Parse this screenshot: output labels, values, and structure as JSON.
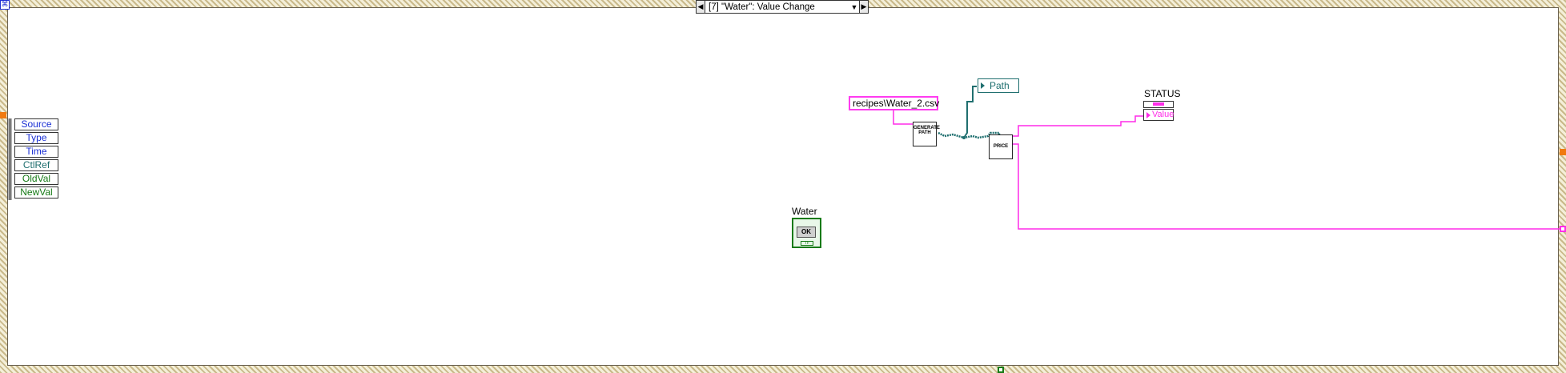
{
  "case_selector": {
    "text": "[7] \"Water\": Value Change",
    "prev_arrow": "◀",
    "next_arrow": "▶",
    "dropdown": "▼"
  },
  "event_data_node": {
    "items": [
      "Source",
      "Type",
      "Time",
      "CtlRef",
      "OldVal",
      "NewVal"
    ]
  },
  "constant": {
    "value": "recipes\\Water_2.csv"
  },
  "subvis": {
    "generate_path": "GENERATE PATH",
    "price": "PRICE"
  },
  "path_indicator": {
    "label": "Path"
  },
  "status": {
    "label": "STATUS",
    "field": "Value"
  },
  "water_control": {
    "label": "Water",
    "button_text": "OK",
    "bool_text": "TF"
  },
  "colors": {
    "string_wire": "#ff2ce8",
    "path_wire": "#1f6f6f",
    "border_hatch": "#c9b98a",
    "event_text_blue": "#1a2fd4",
    "event_text_green": "#167a16"
  }
}
